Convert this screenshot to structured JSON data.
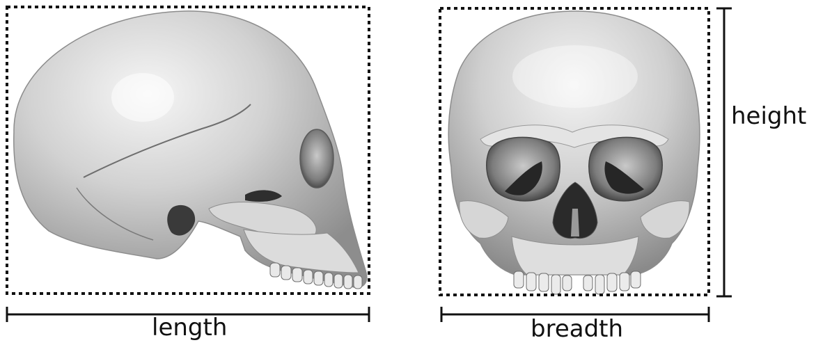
{
  "labels": {
    "length": "length",
    "breadth": "breadth",
    "height": "height"
  },
  "colors": {
    "background": "#ffffff",
    "line": "#111111",
    "bone_light": "#e6e6e6",
    "bone_mid": "#b9b9b9",
    "bone_dark": "#7a7a7a",
    "shadow": "#2e2e2e"
  }
}
